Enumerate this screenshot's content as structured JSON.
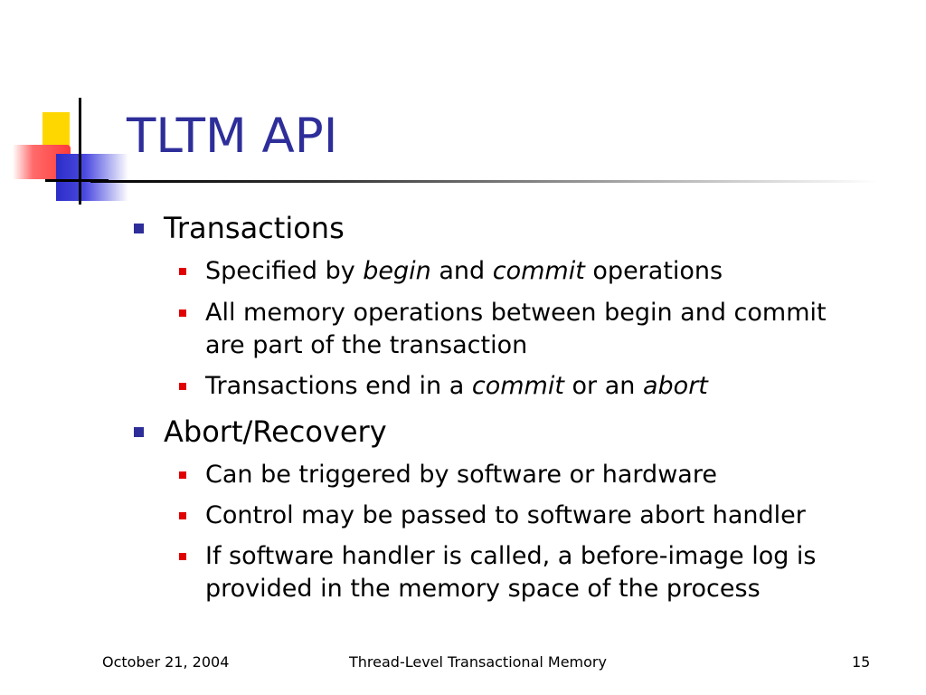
{
  "slide": {
    "title": "TLTM API",
    "sections": [
      {
        "heading": "Transactions",
        "items": [
          {
            "parts": [
              "Specified by ",
              "begin",
              " and ",
              "commit",
              " operations"
            ]
          },
          {
            "line1": "All memory operations between begin and commit",
            "line2": "are part of the transaction"
          },
          {
            "parts": [
              "Transactions end in a ",
              "commit",
              " or an ",
              "abort"
            ]
          }
        ]
      },
      {
        "heading": "Abort/Recovery",
        "items": [
          {
            "text": "Can be triggered by software or hardware"
          },
          {
            "text": "Control may be passed to software abort handler"
          },
          {
            "line1": "If software handler is called, a before-image log is",
            "line2": "provided in the memory space of the process"
          }
        ]
      }
    ]
  },
  "footer": {
    "date": "October 21, 2004",
    "center": "Thread-Level Transactional Memory",
    "page": "15"
  },
  "colors": {
    "title": "#2e2e9a",
    "level1_bullet": "#2e2e9a",
    "level2_bullet": "#e00000"
  }
}
